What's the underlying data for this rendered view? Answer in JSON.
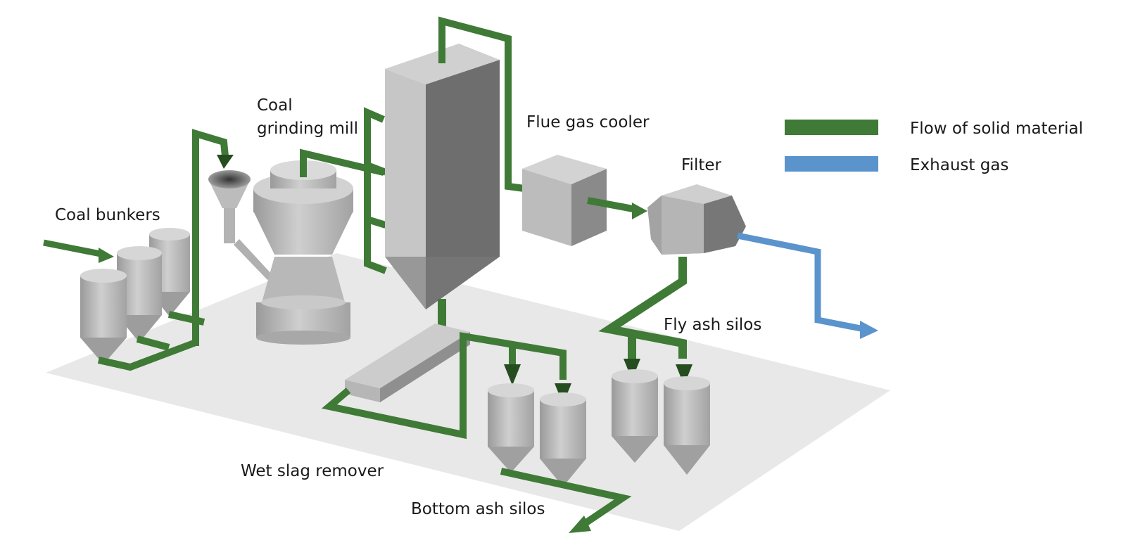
{
  "labels": {
    "coal_bunkers": "Coal bunkers",
    "coal_grinding_mill_line1": "Coal",
    "coal_grinding_mill_line2": "grinding mill",
    "flue_gas_cooler": "Flue gas cooler",
    "filter": "Filter",
    "fly_ash_silos": "Fly ash silos",
    "wet_slag_remover": "Wet slag remover",
    "bottom_ash_silos": "Bottom ash silos"
  },
  "legend": {
    "items": [
      {
        "label": "Flow of solid material",
        "color": "#3f7a36"
      },
      {
        "label": "Exhaust gas",
        "color": "#5b93cc"
      }
    ]
  },
  "colors": {
    "solid_flow": "#3f7a36",
    "solid_flow_dark": "#254d1f",
    "exhaust_gas": "#5b93cc",
    "floor": "#e8e8e8",
    "equipment_light": "#c7c7c7",
    "equipment_mid": "#a9a9a9",
    "equipment_dark": "#6b6b6b"
  }
}
